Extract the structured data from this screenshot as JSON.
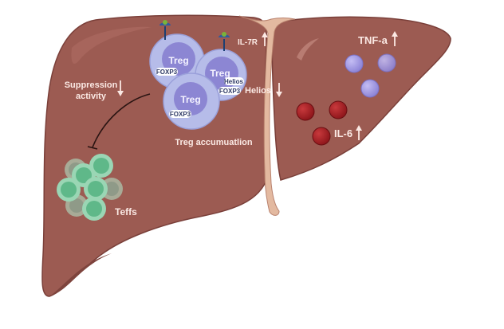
{
  "figure": {
    "title": "Liver Treg accumulation diagram",
    "colors": {
      "liver": "#9c5b52",
      "liver_dark": "#7e443d",
      "ligament": "#e3b9a0",
      "treg_outer": "#b6bce9",
      "treg_inner": "#8c86d3",
      "teff_light": "#9ad6b4",
      "teff_dark": "#5fb889",
      "teff_faded": "#8f9a88",
      "tnf_cell": "#9a92dd",
      "il6_cell": "#9e1d22",
      "text": "#fbe9e4"
    }
  },
  "labels": {
    "il7r": "IL-7R",
    "helios": "Helios",
    "tnf": "TNF-a",
    "il6": "IL-6",
    "suppression_line1": "Suppression",
    "suppression_line2": "activity",
    "treg_accumulation": "Treg accumuatlion",
    "teffs": "Teffs"
  },
  "tregs": [
    {
      "name": "Treg",
      "tags": [
        "FOXP3"
      ]
    },
    {
      "name": "Treg",
      "tags": [
        "Helios",
        "FOXP3"
      ]
    },
    {
      "name": "Treg",
      "tags": [
        "FOXP3"
      ]
    }
  ],
  "arrows": {
    "il7r": "up",
    "helios": "down",
    "tnf": "up",
    "il6": "up",
    "suppression": "down"
  }
}
